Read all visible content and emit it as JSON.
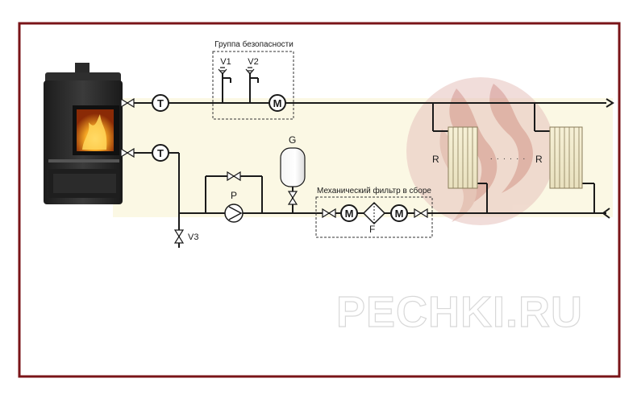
{
  "labels": {
    "safety_group": "Группа безопасности",
    "v1": "V1",
    "v2": "V2",
    "v3": "V3",
    "t_supply": "T",
    "t_return": "T",
    "m_supply": "M",
    "m_filter_left": "M",
    "m_filter_right": "M",
    "g": "G",
    "p": "P",
    "filter_group": "Механический фильтр в сборе",
    "f": "F",
    "r1": "R",
    "r2": "R",
    "dots": "· · · · · ·"
  },
  "watermark": "PECHKI.RU",
  "colors": {
    "frame": "#7a1418",
    "pipe": "#1a1a1a",
    "band": "#fbf8e4",
    "logo_circle": "#e7c2bd",
    "logo_flame": "#d9a6a0",
    "watermark": "#e6e6e6"
  }
}
